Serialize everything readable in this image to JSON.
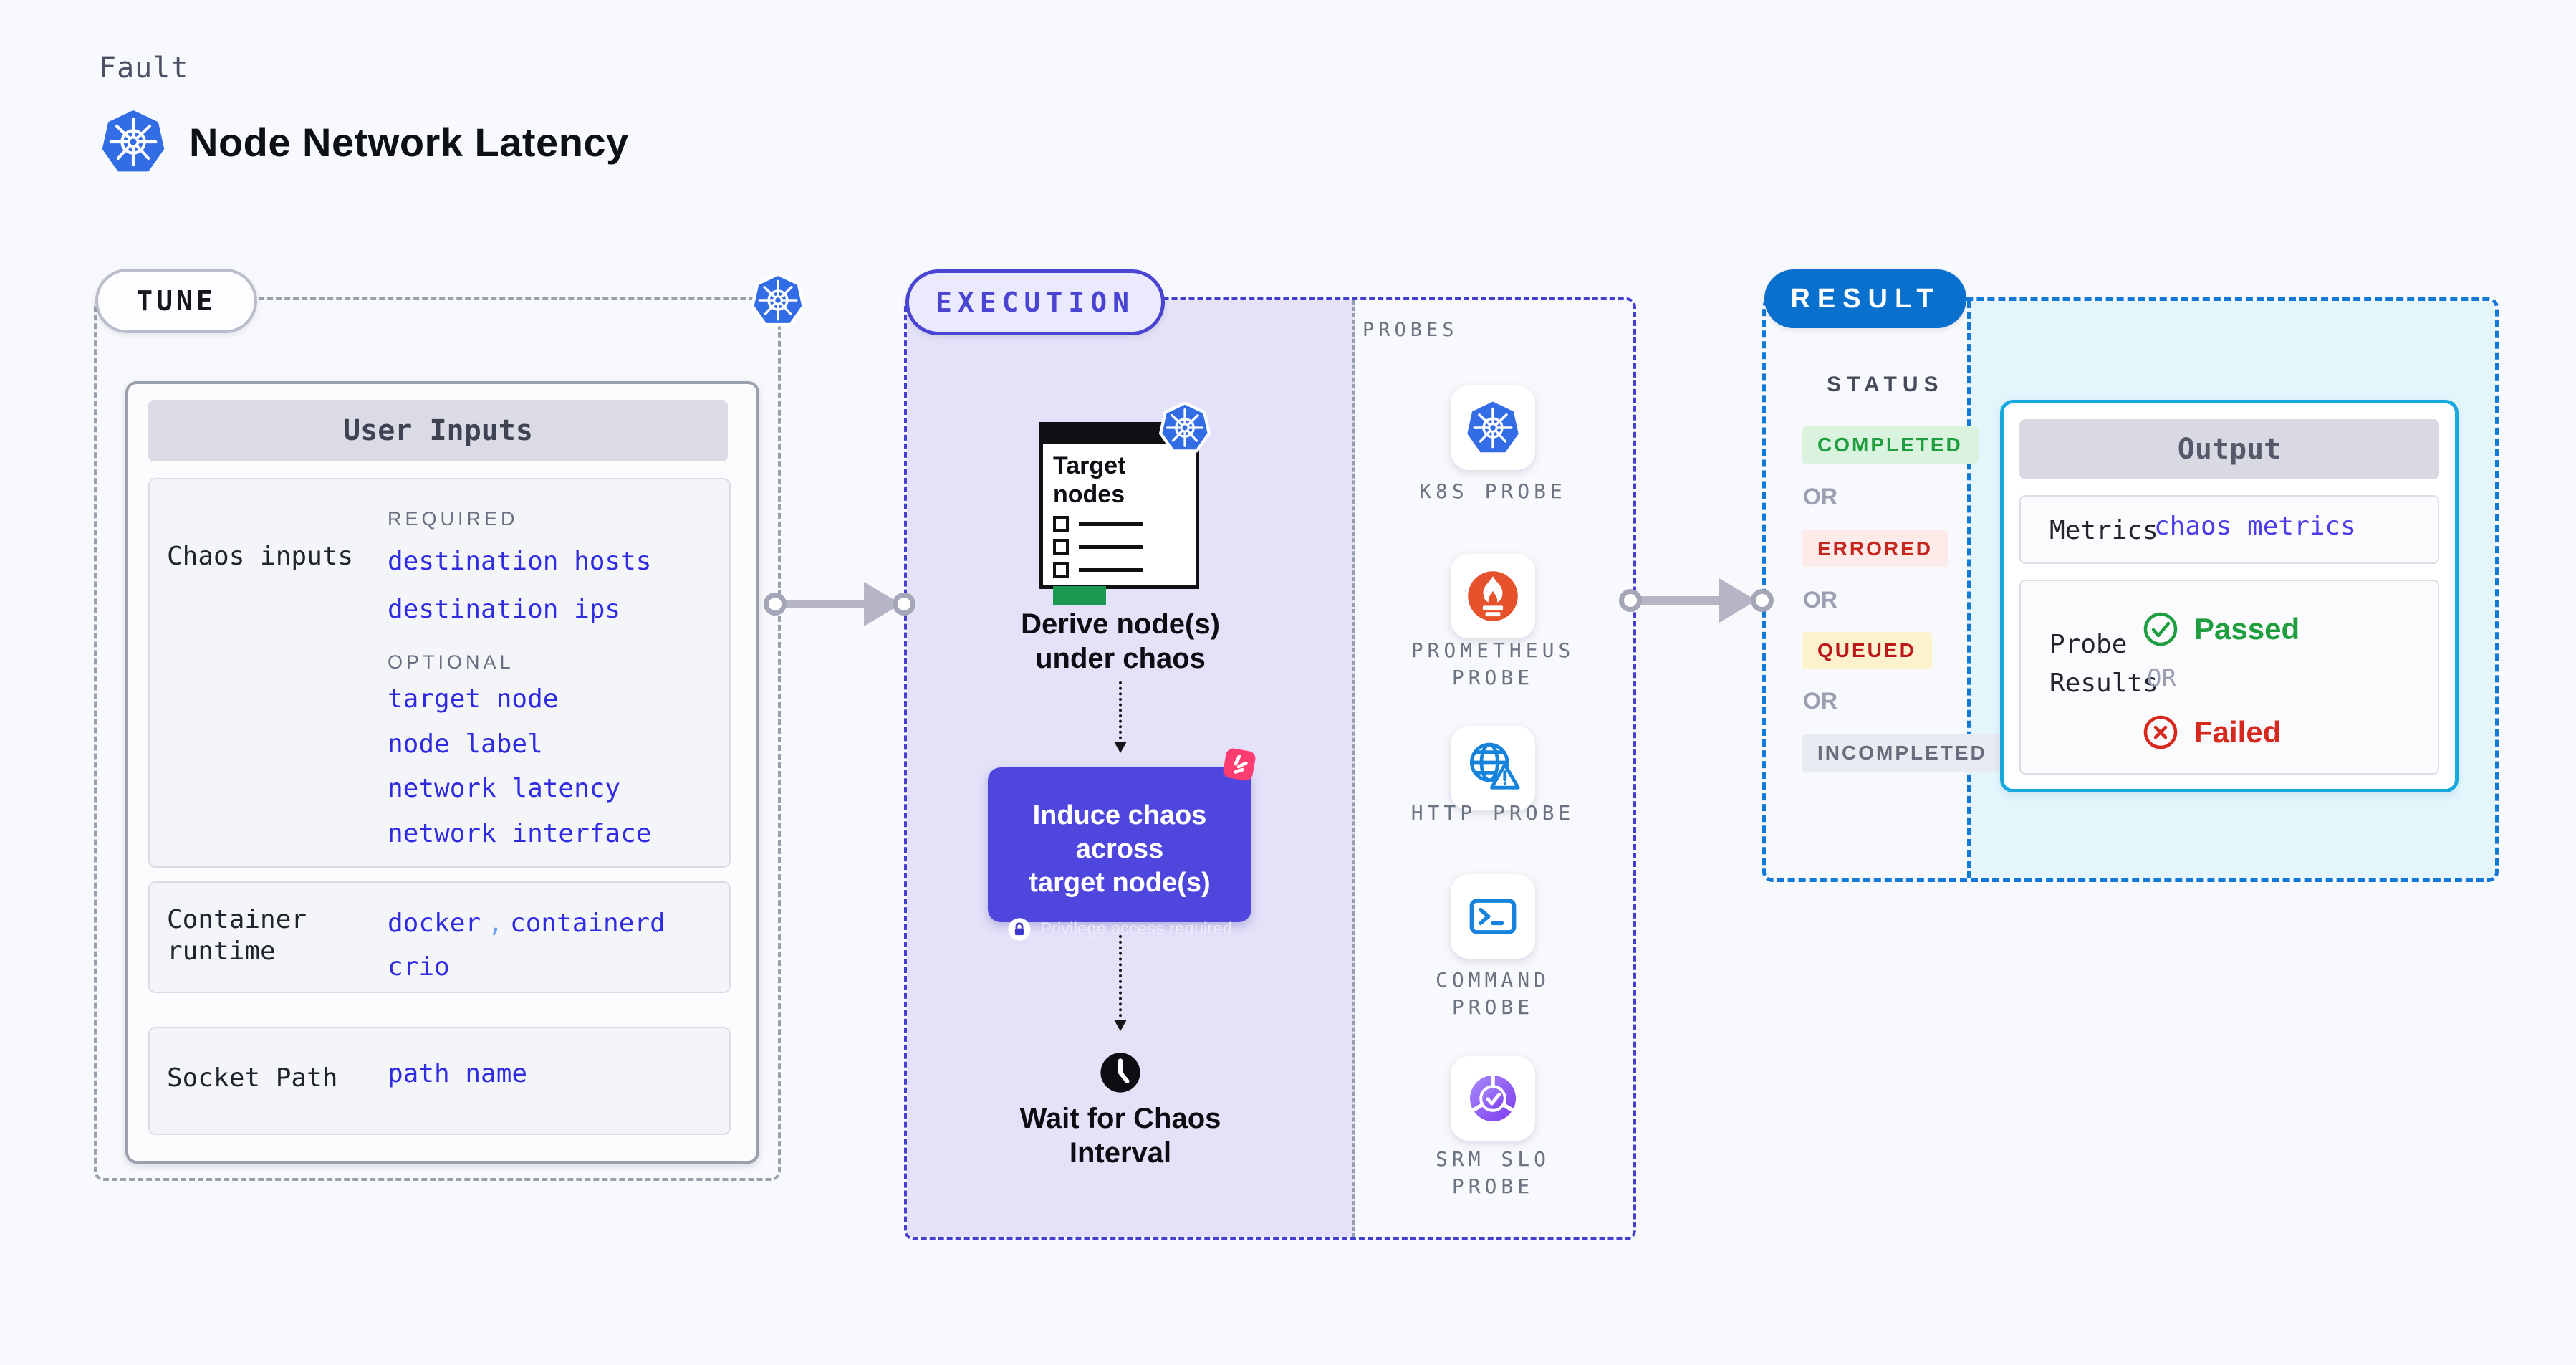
{
  "header": {
    "eyebrow": "Fault",
    "title": "Node Network Latency"
  },
  "tune": {
    "pill": "TUNE",
    "user_inputs": {
      "header": "User Inputs",
      "chaos": {
        "label": "Chaos inputs",
        "required_heading": "REQUIRED",
        "required_items": [
          "destination hosts",
          "destination ips"
        ],
        "optional_heading": "OPTIONAL",
        "optional_items": [
          "target node",
          "node label",
          "network latency",
          "network interface"
        ]
      },
      "runtime": {
        "label": "Container runtime",
        "docker": "docker",
        "comma": ",",
        "containerd": "containerd",
        "crio": "crio"
      },
      "socket": {
        "label": "Socket Path",
        "value": "path name"
      }
    }
  },
  "execution": {
    "pill": "EXECUTION",
    "target_nodes": {
      "title": "Target nodes"
    },
    "derive": {
      "line1": "Derive node(s)",
      "line2": "under chaos"
    },
    "induce": {
      "line1": "Induce chaos across",
      "line2": "target node(s)",
      "privilege": "Privilege access required"
    },
    "wait": {
      "line1": "Wait for Chaos",
      "line2": "Interval"
    }
  },
  "probes": {
    "heading": "PROBES",
    "items": [
      {
        "label": "K8S PROBE",
        "icon": "kubernetes-icon"
      },
      {
        "label": "PROMETHEUS PROBE",
        "icon": "prometheus-icon"
      },
      {
        "label": "HTTP PROBE",
        "icon": "globe-warning-icon"
      },
      {
        "label": "COMMAND PROBE",
        "icon": "terminal-icon"
      },
      {
        "label": "SRM SLO PROBE",
        "icon": "slo-donut-check-icon"
      }
    ]
  },
  "result": {
    "pill": "RESULT",
    "status": {
      "heading": "STATUS",
      "or": "OR",
      "items": [
        {
          "label": "COMPLETED",
          "text_color": "#1f9e40",
          "bg_color": "#d9f3de"
        },
        {
          "label": "ERRORED",
          "text_color": "#c3271d",
          "bg_color": "#fcebe9"
        },
        {
          "label": "QUEUED",
          "text_color": "#bb1a1a",
          "bg_color": "#fcf2cd"
        },
        {
          "label": "INCOMPLETED",
          "text_color": "#676d7c",
          "bg_color": "#e9ebf2"
        }
      ]
    },
    "output": {
      "header": "Output",
      "metrics": {
        "label": "Metrics",
        "value": "chaos metrics"
      },
      "probe_results": {
        "label": "Probe Results",
        "passed": "Passed",
        "or": "OR",
        "failed": "Failed"
      }
    }
  },
  "colors": {
    "page_bg": "#f8f9fc",
    "kubernetes_blue": "#326de6",
    "indigo_accent": "#4f46dd",
    "execution_border": "#4440cf",
    "lavender_bg": "#e4e2f8",
    "litmus_pink": "#ff3d71",
    "prometheus_orange": "#e6522c",
    "probe_icon_blue": "#1583dc",
    "srm_purple": "#7c3aed",
    "result_blue": "#0a70cd",
    "result_border": "#1379d6",
    "cyan_panel_bg": "#e4f6fc",
    "output_border": "#16a8de",
    "link_blue": "#2f2be0",
    "passed_green": "#1f9e40",
    "failed_red": "#d6281c",
    "arrow_gray": "#b5b5c6"
  }
}
